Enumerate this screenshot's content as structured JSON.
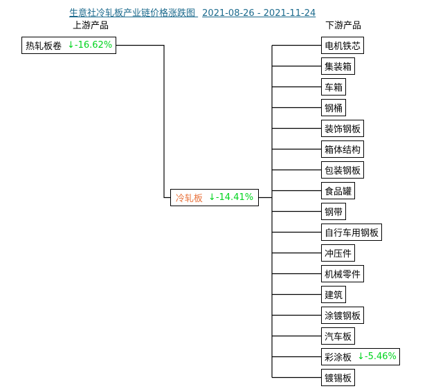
{
  "header": {
    "title": "生意社冷轧板产业链价格涨跌图",
    "date_range": "2021-08-26 - 2021-11-24",
    "upstream_label": "上游产品",
    "downstream_label": "下游产品"
  },
  "colors": {
    "title_blue": "#1A698C",
    "decline_green": "#00D41E",
    "highlight_orange": "#E8713A",
    "line_black": "#000000"
  },
  "diagram": {
    "upstream": {
      "label": "热轧板卷",
      "arrow": "↓",
      "change": "-16.62%"
    },
    "center": {
      "label": "冷轧板",
      "arrow": "↓",
      "change": "-14.41%"
    },
    "downstream": {
      "items": [
        {
          "label": "电机铁芯"
        },
        {
          "label": "集装箱"
        },
        {
          "label": "车箱"
        },
        {
          "label": "钢桶"
        },
        {
          "label": "装饰钢板"
        },
        {
          "label": "箱体结构"
        },
        {
          "label": "包装钢板"
        },
        {
          "label": "食品罐"
        },
        {
          "label": "钢带"
        },
        {
          "label": "自行车用钢板"
        },
        {
          "label": "冲压件"
        },
        {
          "label": "机械零件"
        },
        {
          "label": "建筑"
        },
        {
          "label": "涂镀钢板"
        },
        {
          "label": "汽车板"
        },
        {
          "label": "彩涂板",
          "arrow": "↓",
          "change": "-5.46%"
        },
        {
          "label": "镀锡板"
        }
      ]
    }
  }
}
